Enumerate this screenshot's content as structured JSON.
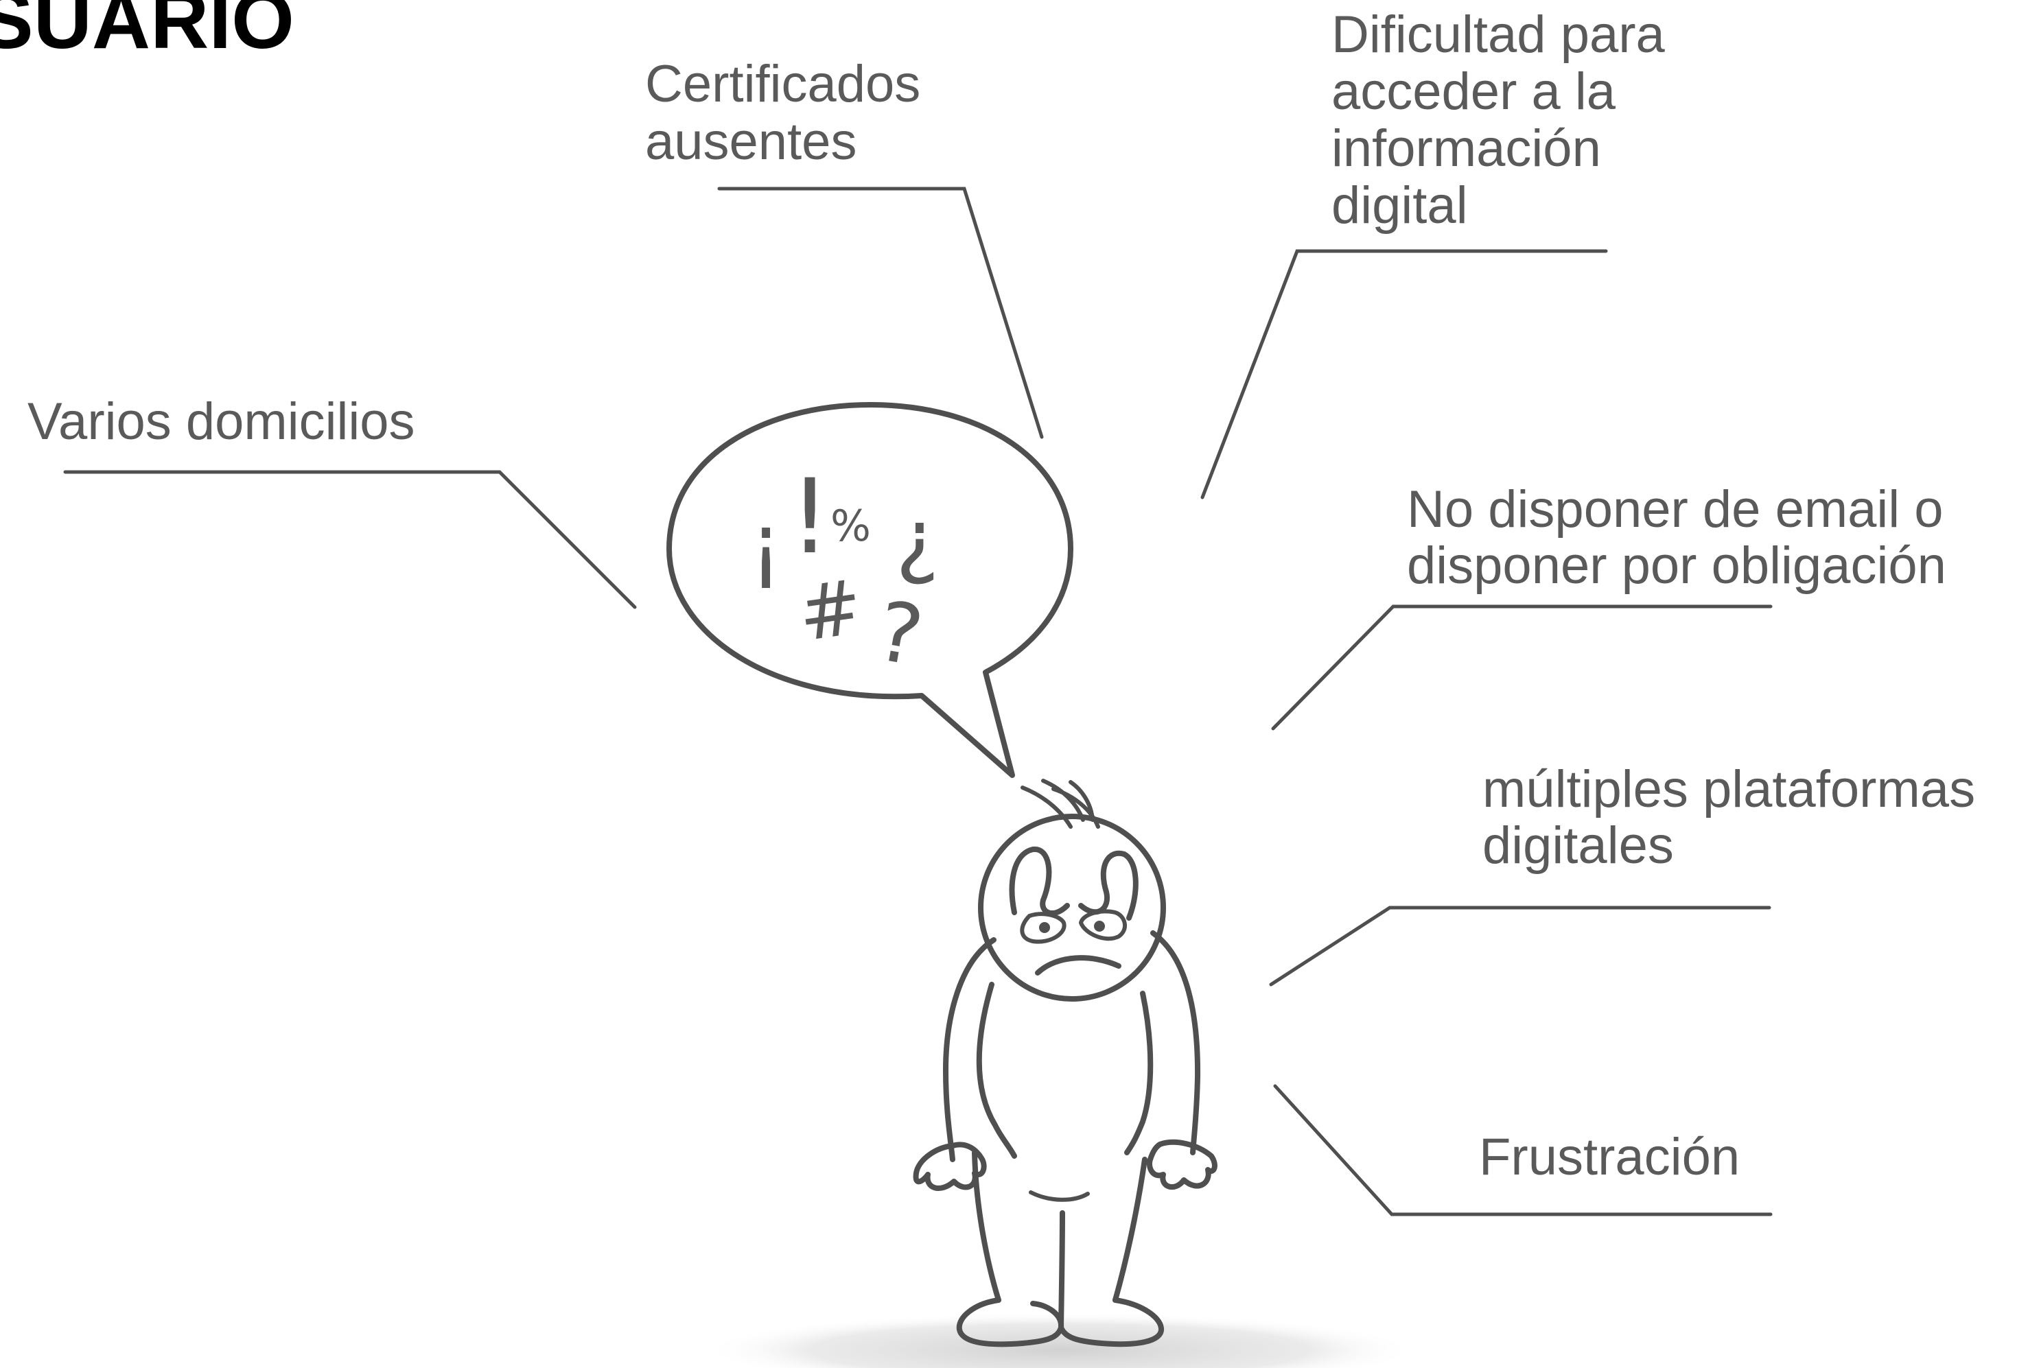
{
  "title": "SUARIO",
  "labels": {
    "certificados": [
      "Certificados",
      "ausentes"
    ],
    "dificultad": [
      "Dificultad para",
      "acceder a la",
      "información",
      "digital"
    ],
    "domicilios": [
      "Varios domicilios"
    ],
    "email": [
      "No disponer de email o",
      "disponer por obligación"
    ],
    "plataformas": [
      "múltiples plataformas",
      "digitales"
    ],
    "frustracion": [
      "Frustración"
    ]
  },
  "speech_bubble": {
    "symbols": [
      "¡",
      "!",
      "%",
      "¿",
      "#",
      "?"
    ]
  },
  "colors": {
    "ink": "#4f4f4f",
    "label_text": "#5a5a5a",
    "title": "#000000",
    "shadow": "#d9d9d9"
  },
  "illustration": "angry-stick-figure"
}
